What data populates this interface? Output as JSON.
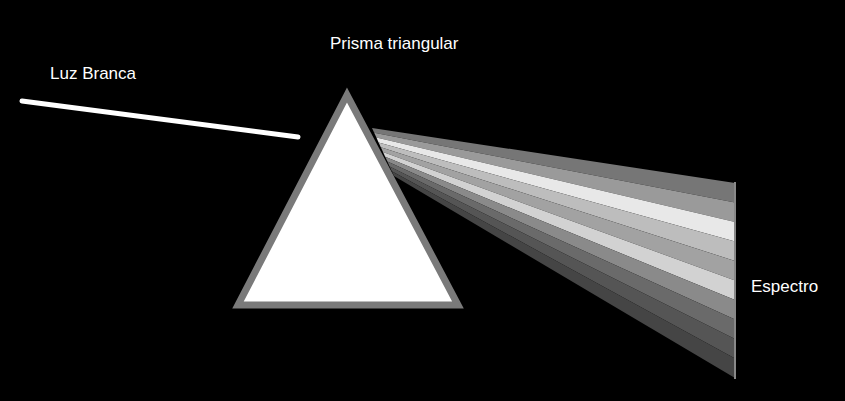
{
  "diagram": {
    "nodes": [
      {
        "text": [
          "Prisma triangular"
        ]
      }
    ],
    "labels": [
      "Luz Branca",
      "Espectro"
    ]
  }
}
